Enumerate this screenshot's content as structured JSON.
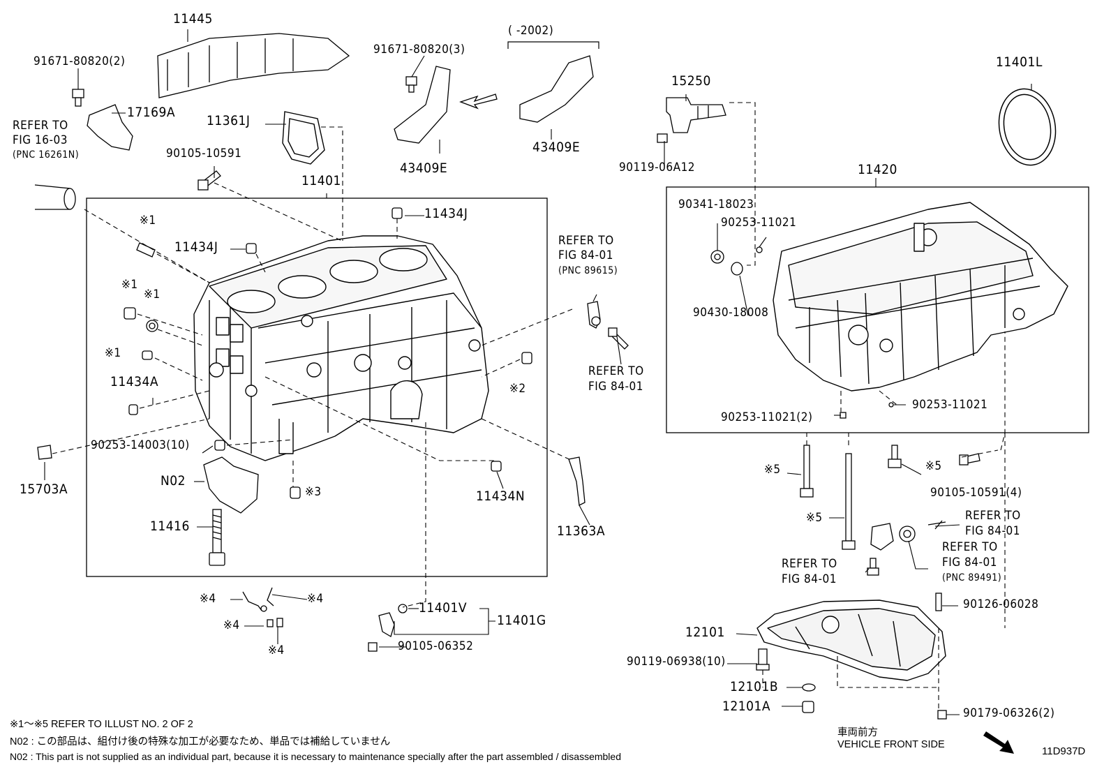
{
  "diagram_id": "11D937D",
  "notes": {
    "refer_illust": "※1～※5  REFER TO ILLUST NO. 2 OF 2",
    "n02_jp": "N02 : この部品は、組付け後の特殊な加工が必要なため、単品では補給していません",
    "n02_en": "N02 : This part is not supplied as an individual part, because it is necessary to maintenance specially after the part assembled / disassembled"
  },
  "front_side": {
    "jp": "車両前方",
    "en": "VEHICLE FRONT SIDE"
  },
  "date_range": "(      -2002)",
  "labels": {
    "p11445": "11445",
    "p91671_2": "91671-80820(2)",
    "p17169A": "17169A",
    "refer1603_a": "REFER TO",
    "refer1603_b": "FIG 16-03",
    "refer1603_c": "(PNC 16261N)",
    "p91671_3": "91671-80820(3)",
    "p43409E_a": "43409E",
    "p43409E_b": "43409E",
    "p11361J": "11361J",
    "p90105_10591": "90105-10591",
    "p11401": "11401",
    "p11434J_a": "11434J",
    "p11434J_b": "11434J",
    "ast1_a": "※1",
    "ast1_b": "※1",
    "ast1_c": "※1",
    "ast1_d": "※1",
    "p11434A": "11434A",
    "ast2": "※2",
    "p90253_14003": "90253-14003(10)",
    "p15703A": "15703A",
    "pN02": "N02",
    "ast3": "※3",
    "p11434N": "11434N",
    "p11416": "11416",
    "p11363A": "11363A",
    "refer8401_a1": "REFER TO",
    "refer8401_a2": "FIG 84-01",
    "refer8401_a3": "(PNC 89615)",
    "refer8401_b1": "REFER TO",
    "refer8401_b2": "FIG 84-01",
    "ast4_a": "※4",
    "ast4_b": "※4",
    "ast4_c": "※4",
    "ast4_d": "※4",
    "p11401V": "11401V",
    "p11401G": "11401G",
    "p90105_06352": "90105-06352",
    "p15250": "15250",
    "p90119_06A12": "90119-06A12",
    "p11401L": "11401L",
    "p11420": "11420",
    "p90341_18023": "90341-18023",
    "p90253_11021_a": "90253-11021",
    "p90430_18008": "90430-18008",
    "p90253_11021_b": "90253-11021",
    "p90253_11021_2": "90253-11021(2)",
    "ast5_a": "※5",
    "ast5_b": "※5",
    "ast5_c": "※5",
    "p90105_10591_4": "90105-10591(4)",
    "refer8401_c1": "REFER TO",
    "refer8401_c2": "FIG 84-01",
    "refer8401_d1": "REFER TO",
    "refer8401_d2": "FIG 84-01",
    "refer8401_d3": "(PNC 89491)",
    "refer8401_e1": "REFER TO",
    "refer8401_e2": "FIG 84-01",
    "p90126_06028": "90126-06028",
    "p12101": "12101",
    "p90119_06938": "90119-06938(10)",
    "p12101B": "12101B",
    "p12101A": "12101A",
    "p90179_06326": "90179-06326(2)"
  }
}
